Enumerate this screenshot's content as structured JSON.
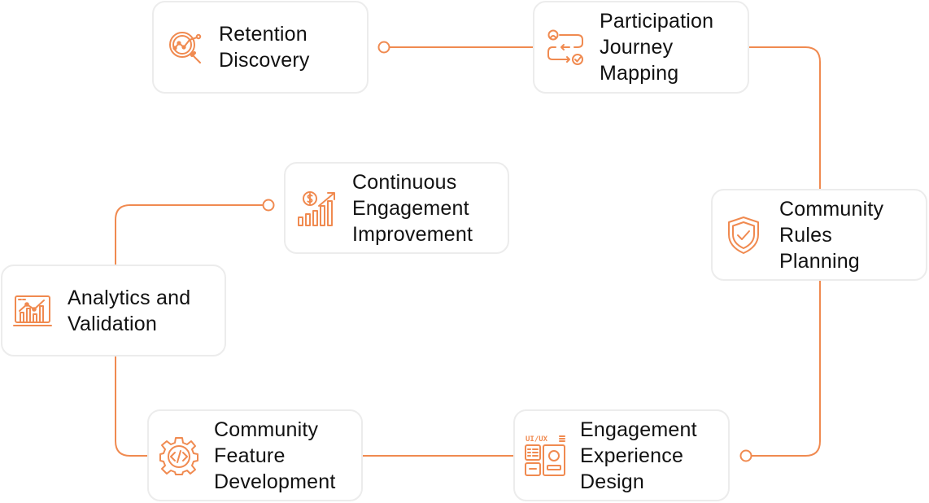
{
  "colors": {
    "accent": "#F08A50",
    "card_border": "#ECECEC",
    "text": "#111111"
  },
  "steps": [
    {
      "id": "retention-discovery",
      "icon": "search-analytics-icon",
      "lines": [
        "Retention",
        "Discovery"
      ]
    },
    {
      "id": "participation-journey-mapping",
      "icon": "journey-flow-icon",
      "lines": [
        "Participation",
        "Journey",
        "Mapping"
      ]
    },
    {
      "id": "community-rules-planning",
      "icon": "shield-check-icon",
      "lines": [
        "Community",
        "Rules",
        "Planning"
      ]
    },
    {
      "id": "engagement-experience-design",
      "icon": "ui-ux-design-icon",
      "icon_text": "UI/UX",
      "lines": [
        "Engagement",
        "Experience",
        "Design"
      ]
    },
    {
      "id": "community-feature-development",
      "icon": "code-gear-icon",
      "lines": [
        "Community",
        "Feature",
        "Development"
      ]
    },
    {
      "id": "analytics-and-validation",
      "icon": "analytics-chart-icon",
      "lines": [
        "Analytics and",
        "Validation"
      ]
    },
    {
      "id": "continuous-engagement-improvement",
      "icon": "growth-chart-icon",
      "lines": [
        "Continuous",
        "Engagement",
        "Improvement"
      ]
    }
  ]
}
